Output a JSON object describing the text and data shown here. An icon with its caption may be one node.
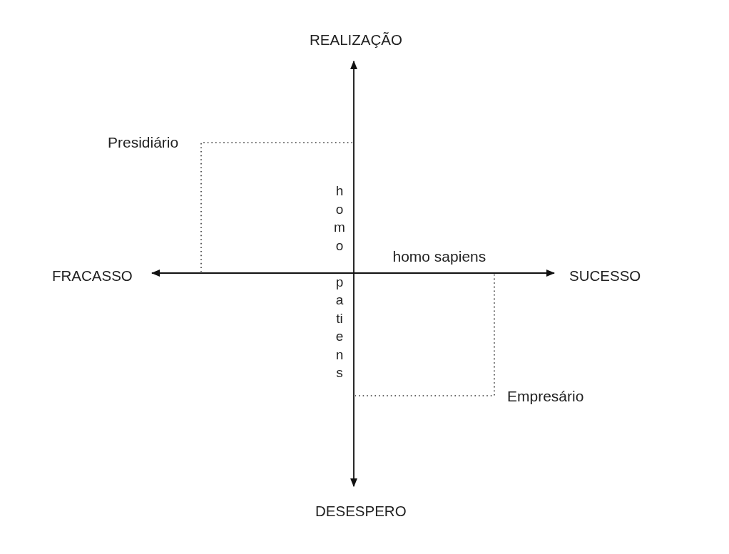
{
  "diagram": {
    "labels": [
      "REALIZAÇÃO",
      "Presidiário",
      "homo patiens",
      "homo sapiens",
      "FRACASSO",
      "SUCESSO",
      "Empresário",
      "DESESPERO"
    ]
  }
}
